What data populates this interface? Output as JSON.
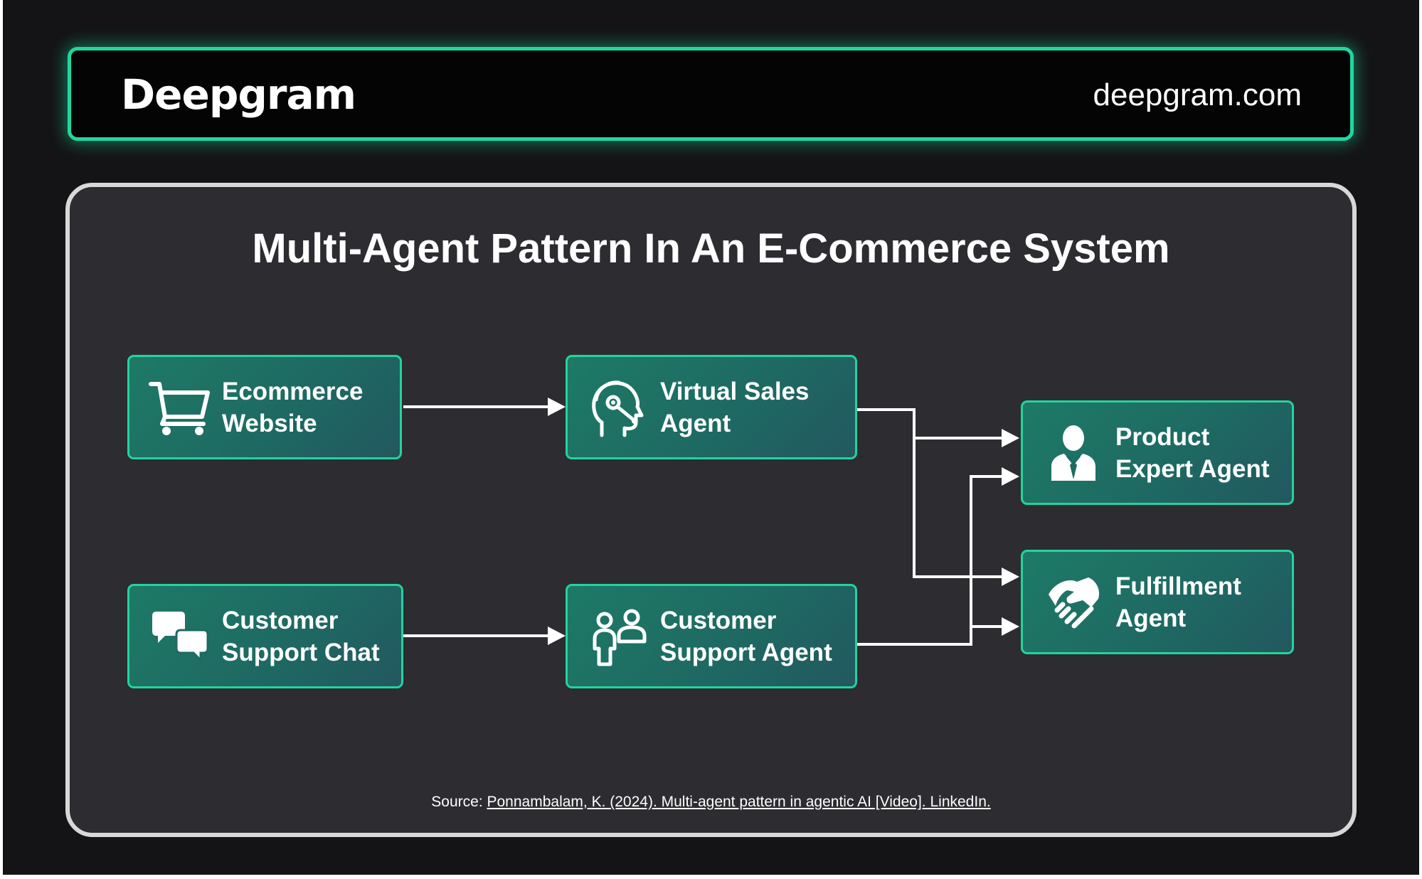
{
  "header": {
    "logo": "Deepgram",
    "website": "deepgram.com"
  },
  "diagram": {
    "title": "Multi-Agent Pattern In An E-Commerce System",
    "nodes": {
      "ecommerce_website": {
        "line1": "Ecommerce",
        "line2": "Website",
        "icon": "shopping-cart-icon"
      },
      "virtual_sales_agent": {
        "line1": "Virtual Sales",
        "line2": "Agent",
        "icon": "headset-agent-icon"
      },
      "product_expert_agent": {
        "line1": "Product",
        "line2": "Expert Agent",
        "icon": "business-person-icon"
      },
      "customer_support_chat": {
        "line1": "Customer",
        "line2": "Support Chat",
        "icon": "chat-bubbles-icon"
      },
      "customer_support_agent": {
        "line1": "Customer",
        "line2": "Support Agent",
        "icon": "people-icon"
      },
      "fulfillment_agent": {
        "line1": "Fulfillment",
        "line2": "Agent",
        "icon": "handshake-icon"
      }
    },
    "edges": [
      {
        "from": "ecommerce_website",
        "to": "virtual_sales_agent"
      },
      {
        "from": "customer_support_chat",
        "to": "customer_support_agent"
      },
      {
        "from": "virtual_sales_agent",
        "to": "product_expert_agent"
      },
      {
        "from": "virtual_sales_agent",
        "to": "fulfillment_agent"
      },
      {
        "from": "customer_support_agent",
        "to": "product_expert_agent"
      },
      {
        "from": "customer_support_agent",
        "to": "fulfillment_agent"
      }
    ],
    "colors": {
      "accent": "#22d49d",
      "node_fill": "#1e6a63",
      "panel": "#2c2c31",
      "background": "#141416"
    }
  },
  "source": {
    "prefix": "Source: ",
    "citation": "Ponnambalam, K. (2024). Multi-agent pattern in agentic AI [Video]. LinkedIn."
  }
}
